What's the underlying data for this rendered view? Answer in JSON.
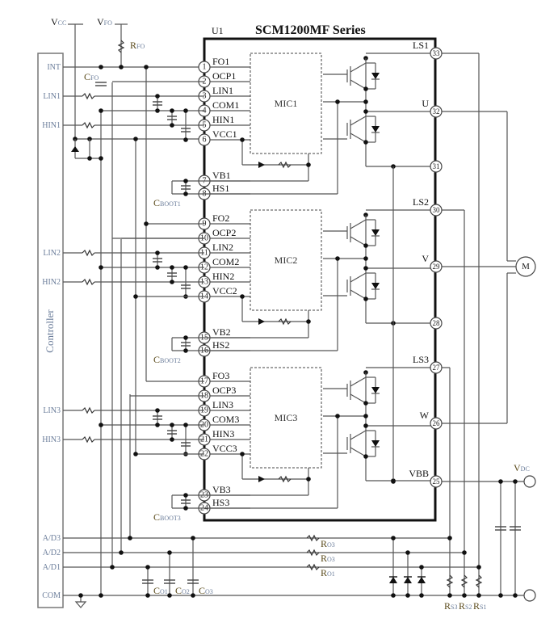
{
  "diagram": {
    "title": "SCM1200MF Series",
    "ic_ref": "U1",
    "controller_label": "Controller",
    "supply_labels": {
      "vcc": "V",
      "vcc_sub": "CC",
      "vfo": "V",
      "vfo_sub": "FO",
      "rfo": "R",
      "rfo_sub": "FO",
      "cfo": "C",
      "cfo_sub": "FO",
      "vdc": "V",
      "vdc_sub": "DC"
    },
    "controller_pins": [
      "INT",
      "LIN1",
      "HIN1",
      "LIN2",
      "HIN2",
      "LIN3",
      "HIN3",
      "A/D3",
      "A/D2",
      "A/D1",
      "COM"
    ],
    "mic_blocks": [
      "MIC1",
      "MIC2",
      "MIC3"
    ],
    "left_pins": [
      {
        "num": "1",
        "name": "FO1"
      },
      {
        "num": "2",
        "name": "OCP1"
      },
      {
        "num": "3",
        "name": "LIN1"
      },
      {
        "num": "4",
        "name": "COM1"
      },
      {
        "num": "5",
        "name": "HIN1"
      },
      {
        "num": "6",
        "name": "VCC1"
      },
      {
        "num": "7",
        "name": "VB1"
      },
      {
        "num": "8",
        "name": "HS1"
      },
      {
        "num": "9",
        "name": "FO2"
      },
      {
        "num": "10",
        "name": "OCP2"
      },
      {
        "num": "11",
        "name": "LIN2"
      },
      {
        "num": "12",
        "name": "COM2"
      },
      {
        "num": "13",
        "name": "HIN2"
      },
      {
        "num": "14",
        "name": "VCC2"
      },
      {
        "num": "15",
        "name": "VB2"
      },
      {
        "num": "16",
        "name": "HS2"
      },
      {
        "num": "17",
        "name": "FO3"
      },
      {
        "num": "18",
        "name": "OCP3"
      },
      {
        "num": "19",
        "name": "LIN3"
      },
      {
        "num": "20",
        "name": "COM3"
      },
      {
        "num": "21",
        "name": "HIN3"
      },
      {
        "num": "22",
        "name": "VCC3"
      },
      {
        "num": "23",
        "name": "VB3"
      },
      {
        "num": "24",
        "name": "HS3"
      }
    ],
    "right_pins": [
      {
        "num": "33",
        "name": "LS1"
      },
      {
        "num": "32",
        "name": "U"
      },
      {
        "num": "31",
        "name": ""
      },
      {
        "num": "30",
        "name": "LS2"
      },
      {
        "num": "29",
        "name": "V"
      },
      {
        "num": "28",
        "name": ""
      },
      {
        "num": "27",
        "name": "LS3"
      },
      {
        "num": "26",
        "name": "W"
      },
      {
        "num": "25",
        "name": "VBB"
      }
    ],
    "boot_caps": [
      {
        "label": "C",
        "sub": "BOOT1"
      },
      {
        "label": "C",
        "sub": "BOOT2"
      },
      {
        "label": "C",
        "sub": "BOOT3"
      }
    ],
    "filter_caps": [
      {
        "label": "C",
        "sub": "O1"
      },
      {
        "label": "C",
        "sub": "O2"
      },
      {
        "label": "C",
        "sub": "O3"
      }
    ],
    "filter_resistors": [
      {
        "label": "R",
        "sub": "O3"
      },
      {
        "label": "R",
        "sub": "O3"
      },
      {
        "label": "R",
        "sub": "O1"
      }
    ],
    "shunt_resistors": [
      {
        "label": "R",
        "sub": "S3"
      },
      {
        "label": "R",
        "sub": "S2"
      },
      {
        "label": "R",
        "sub": "S1"
      }
    ],
    "motor_label": "M"
  }
}
